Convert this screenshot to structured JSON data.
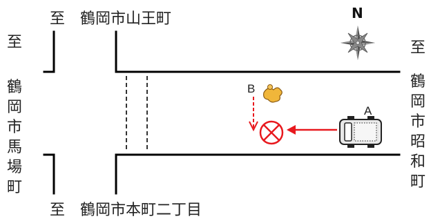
{
  "labels": {
    "top": "至　鶴岡市山王町",
    "bottom": "至　鶴岡市本町二丁目",
    "left_to": "至",
    "left_place": [
      "鶴",
      "岡",
      "市",
      "馬",
      "場",
      "町"
    ],
    "right_to": "至",
    "right_place": [
      "鶴",
      "岡",
      "市",
      "昭",
      "和",
      "町"
    ]
  },
  "compass": {
    "letter": "N",
    "icon": "compass-rose-icon"
  },
  "markers": {
    "vehicle_a": "A",
    "pedestrian_b": "B"
  },
  "colors": {
    "line": "#000000",
    "accent": "#e8191e",
    "text": "#222222"
  }
}
